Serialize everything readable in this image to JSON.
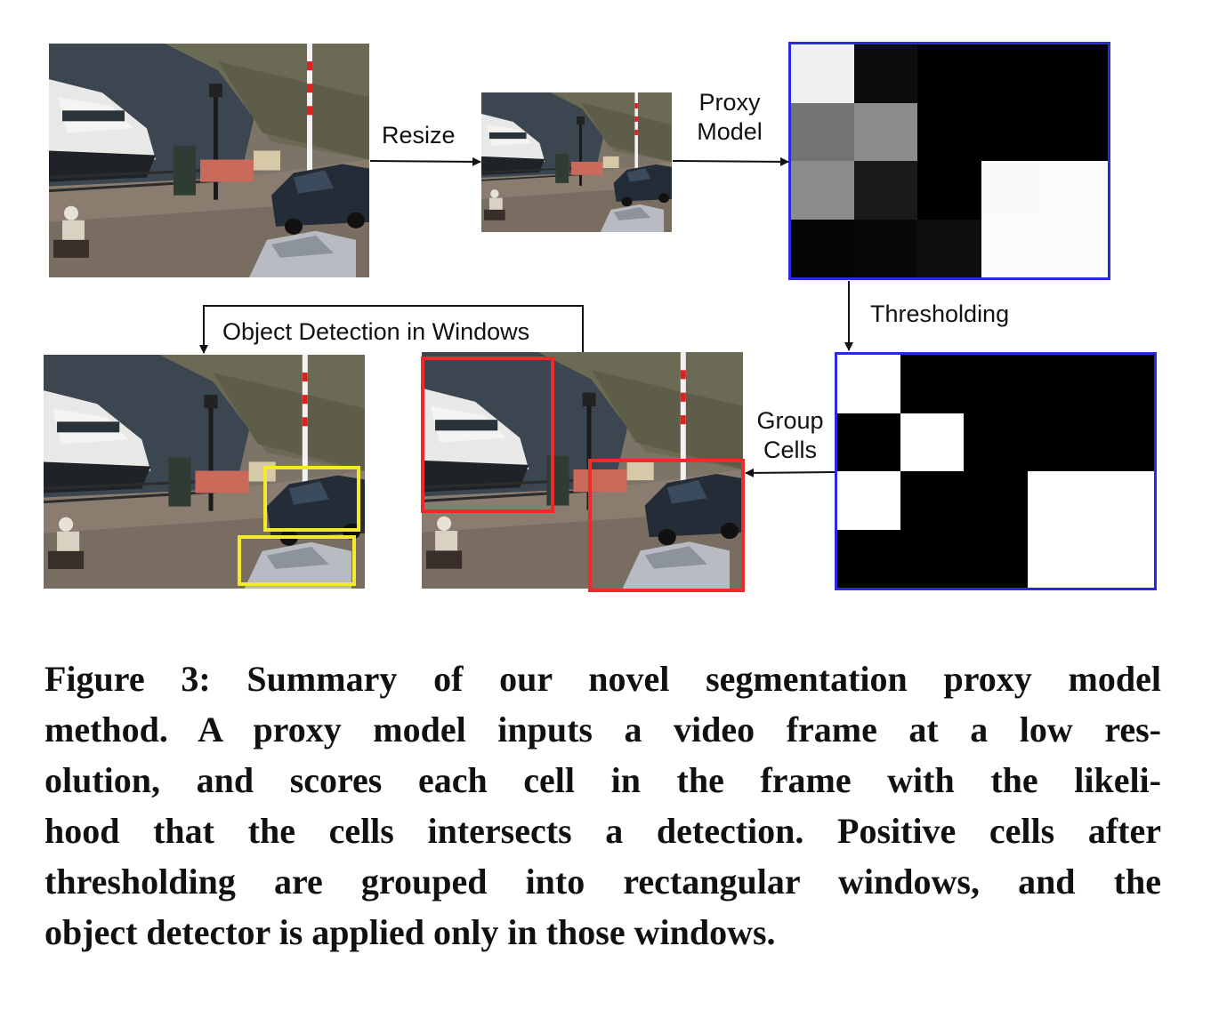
{
  "labels": {
    "resize": "Resize",
    "proxy_model_line1": "Proxy",
    "proxy_model_line2": "Model",
    "thresholding": "Thresholding",
    "group_cells_line1": "Group",
    "group_cells_line2": "Cells",
    "object_detection": "Object Detection in Windows"
  },
  "proxy_scores": [
    [
      0.94,
      0.05,
      0.0,
      0.0,
      0.0
    ],
    [
      0.45,
      0.55,
      0.0,
      0.0,
      0.0
    ],
    [
      0.55,
      0.1,
      0.0,
      0.98,
      0.99
    ],
    [
      0.02,
      0.03,
      0.06,
      0.99,
      0.99
    ]
  ],
  "threshold_mask": [
    [
      1,
      0,
      0,
      0,
      0
    ],
    [
      0,
      1,
      0,
      0,
      0
    ],
    [
      1,
      0,
      0,
      1,
      1
    ],
    [
      0,
      0,
      0,
      1,
      1
    ]
  ],
  "colors": {
    "grid_border": "#2a2adf",
    "detection_box": "#f2ea2a",
    "window_box": "#ec2b2b"
  },
  "caption": {
    "lines": [
      "Figure 3: Summary of our novel segmentation proxy model",
      "method. A proxy model inputs a video frame at a low res-",
      "olution, and scores each cell in the frame with the likeli-",
      "hood that the cells intersects a detection. Positive cells after",
      "thresholding are grouped into rectangular windows, and the",
      "object detector is applied only in those windows."
    ]
  }
}
